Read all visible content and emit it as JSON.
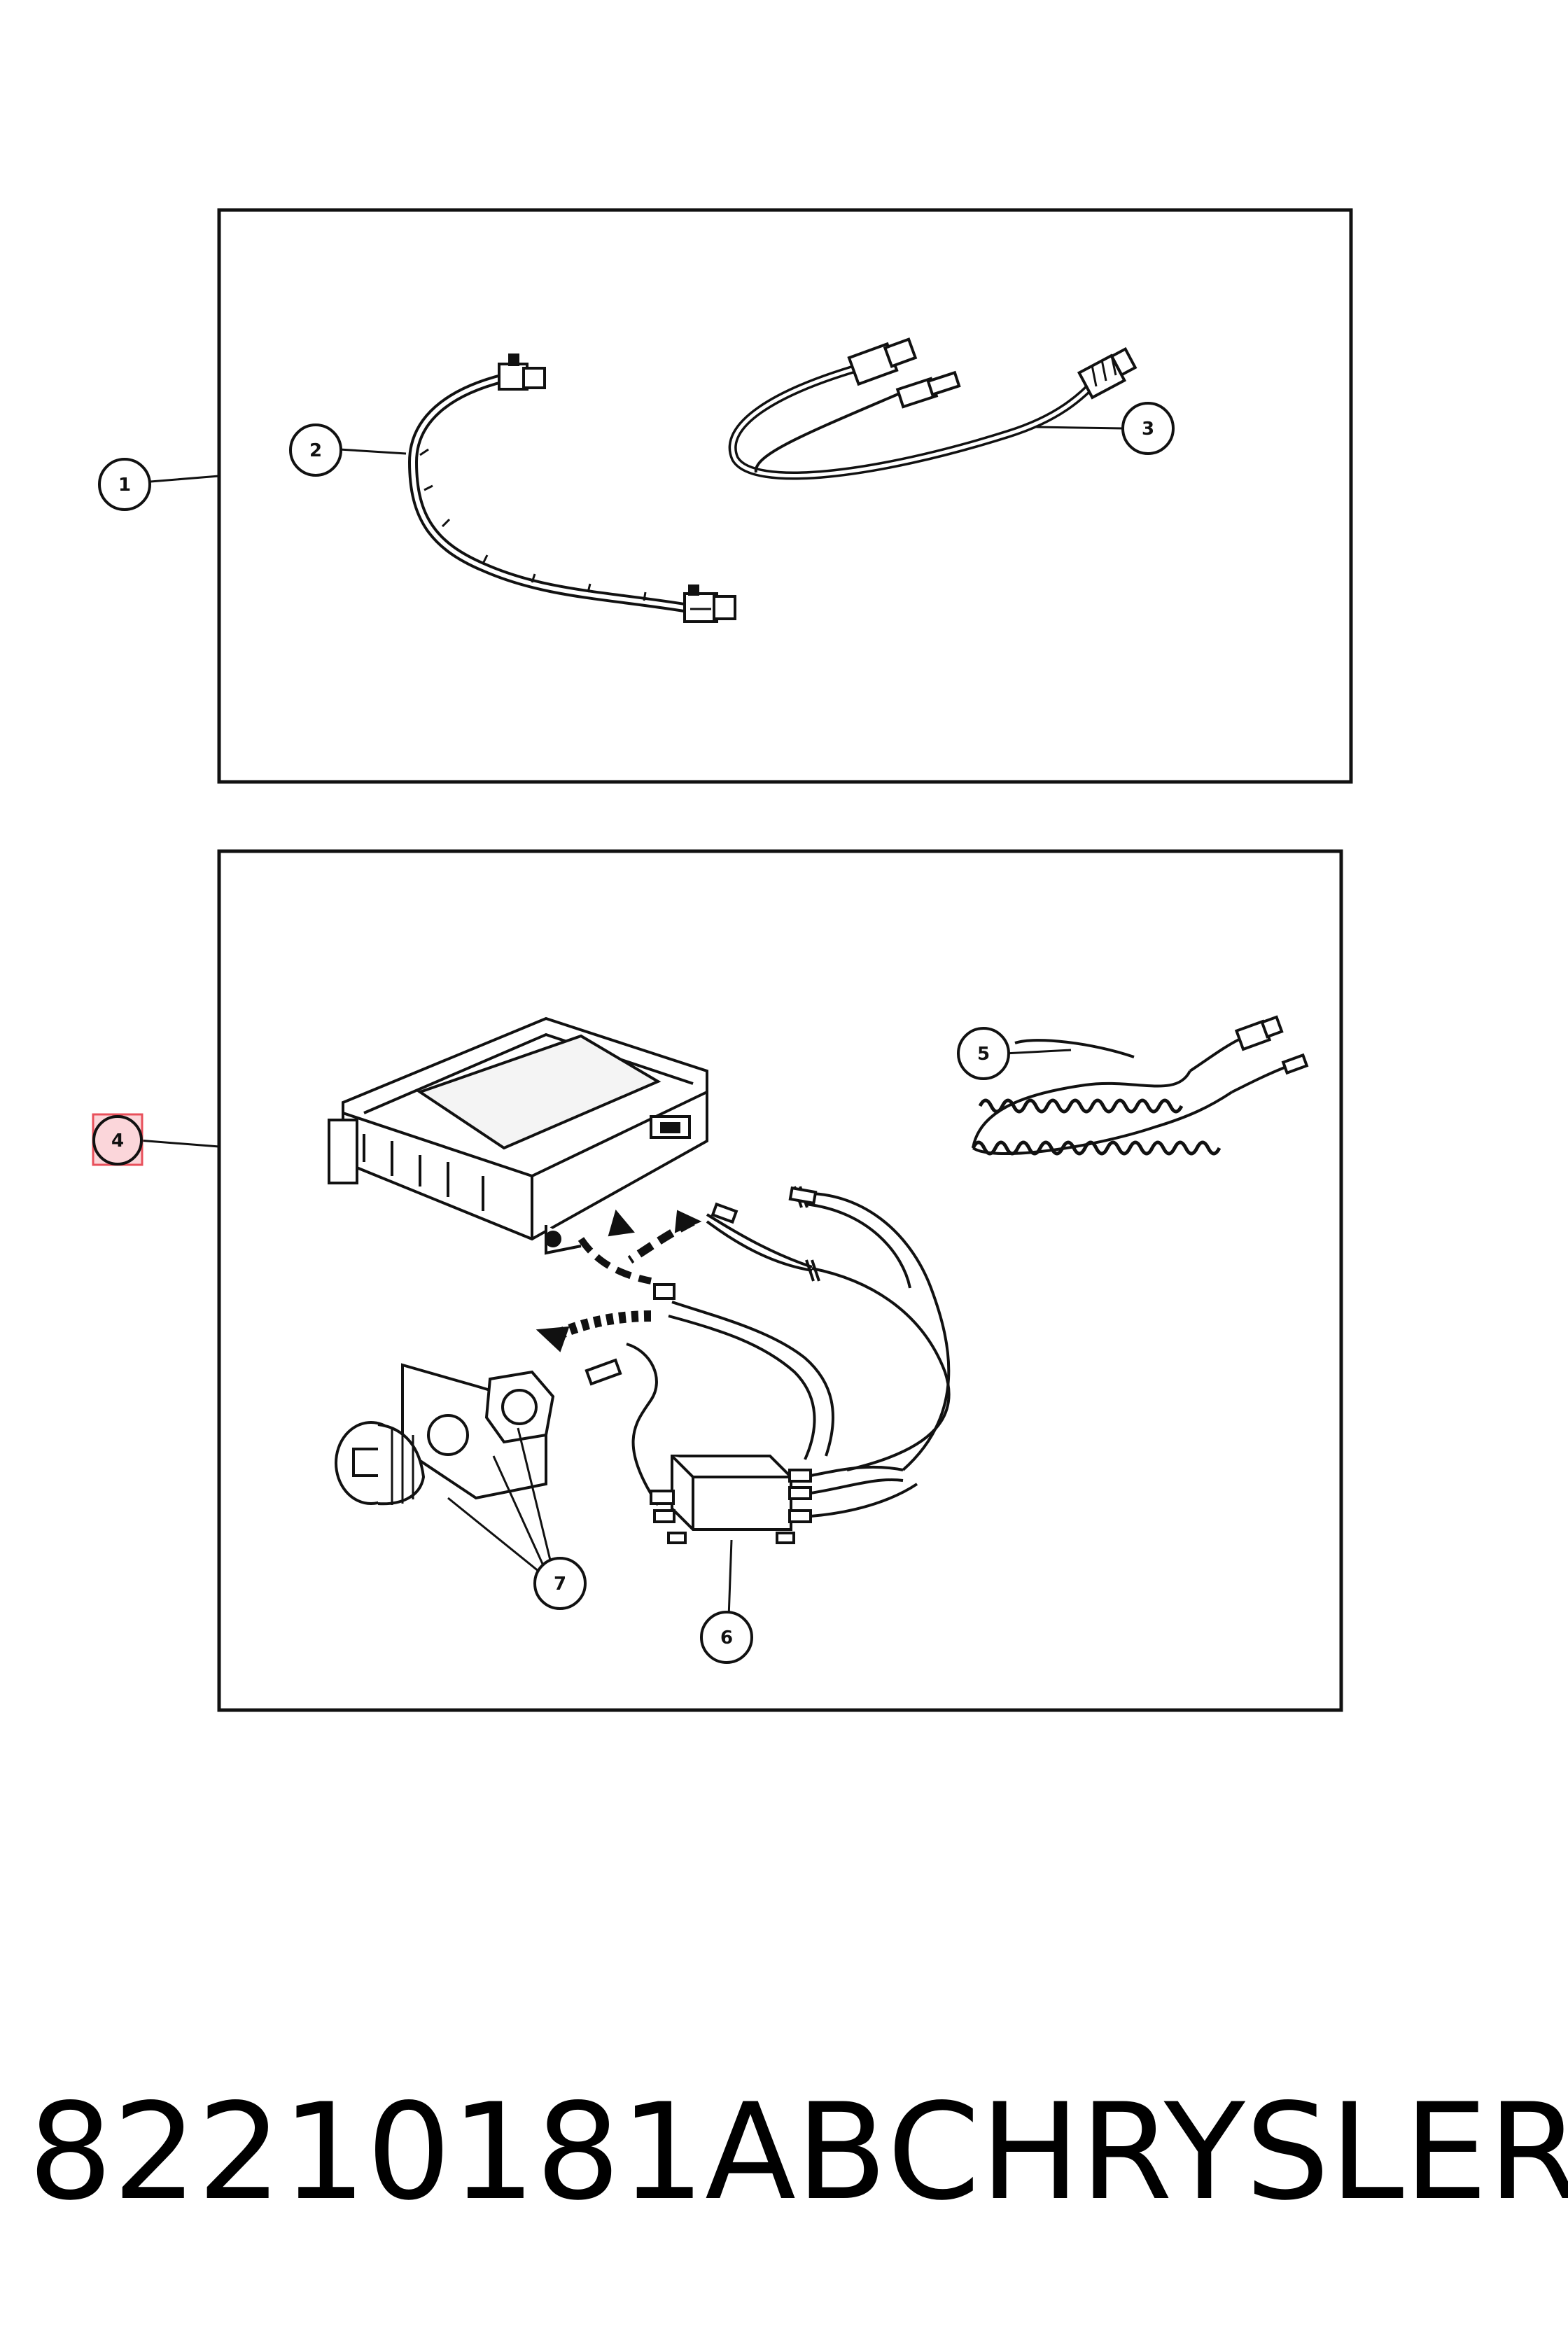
{
  "diagram": {
    "callouts": [
      {
        "id": "1",
        "label": "1"
      },
      {
        "id": "2",
        "label": "2"
      },
      {
        "id": "3",
        "label": "3"
      },
      {
        "id": "4",
        "label": "4",
        "highlighted": true
      },
      {
        "id": "5",
        "label": "5"
      },
      {
        "id": "6",
        "label": "6"
      },
      {
        "id": "7",
        "label": "7"
      }
    ],
    "highlight_color": "#e8505b",
    "line_color": "#111111"
  },
  "footer": {
    "part_number": "82210181AB",
    "brand": "CHRYSLER"
  }
}
